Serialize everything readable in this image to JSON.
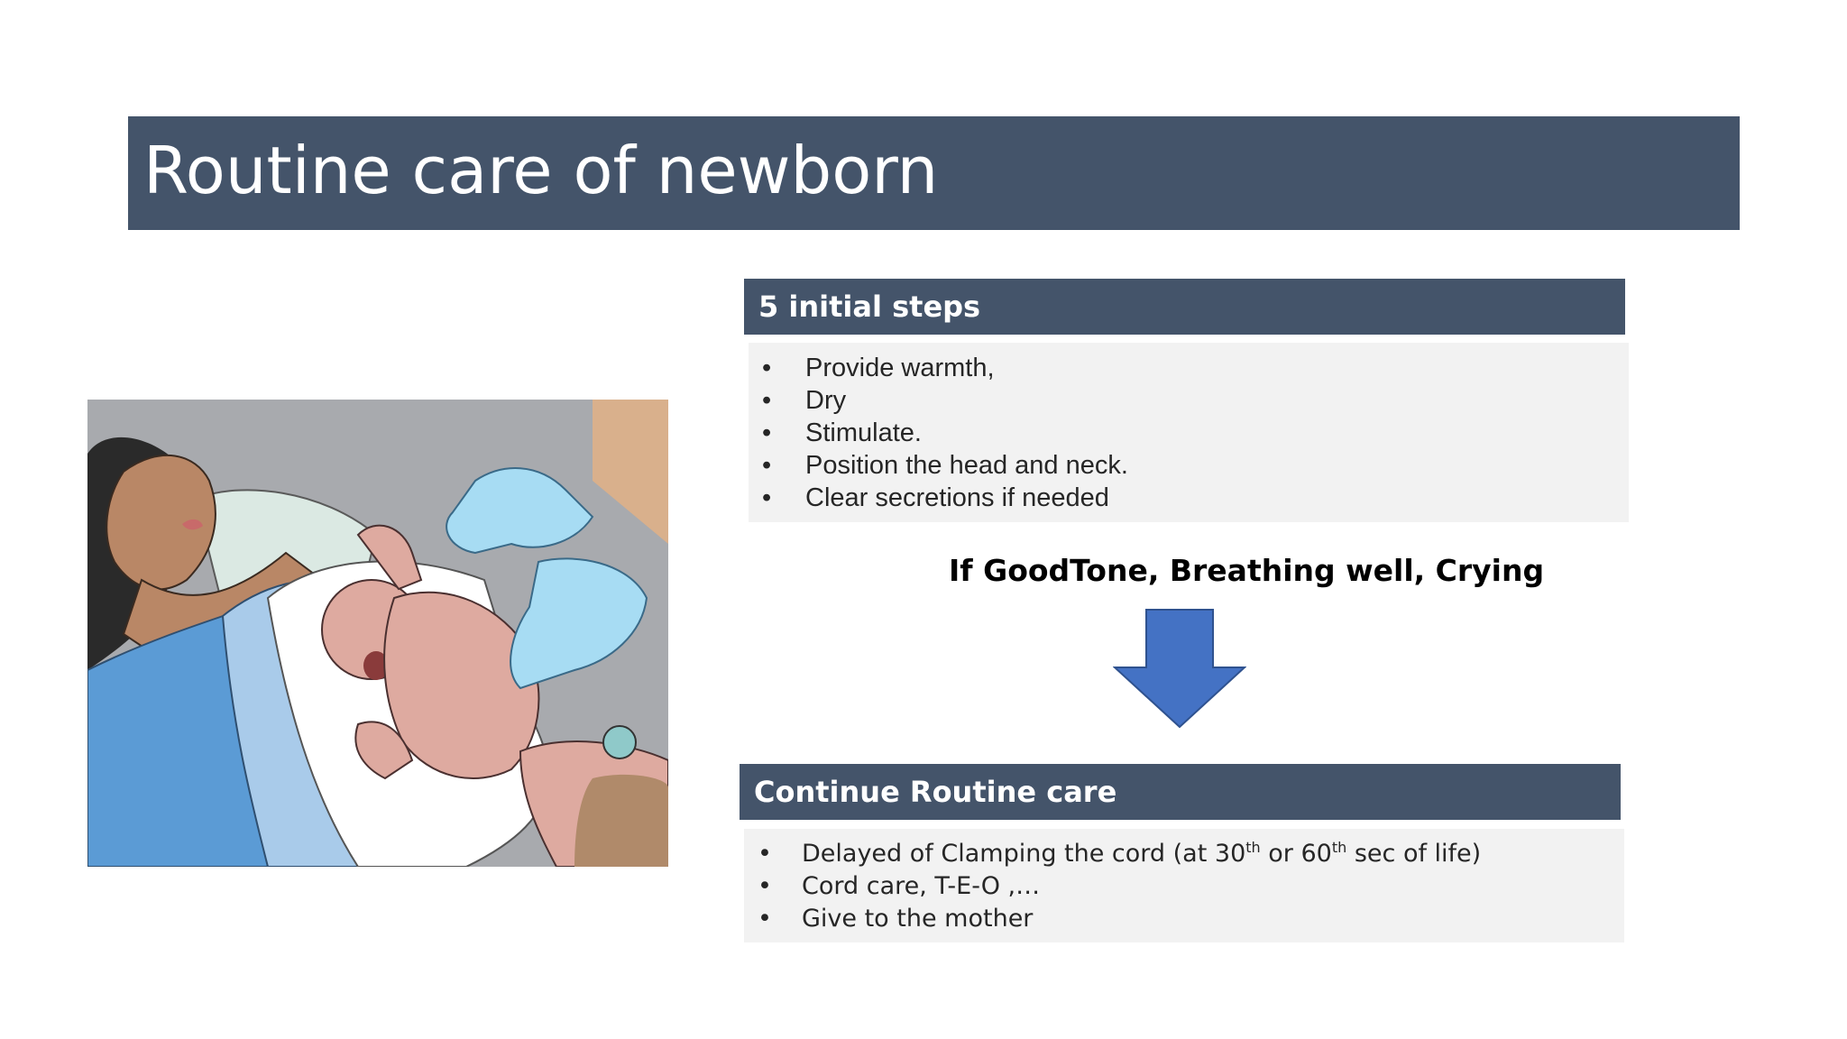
{
  "slide": {
    "title": "Routine care of newborn"
  },
  "initial_steps": {
    "header": "5 initial steps",
    "items": [
      "Provide warmth,",
      "Dry",
      "Stimulate.",
      "Position the head and neck.",
      "Clear secretions if needed"
    ]
  },
  "condition_text": "If GoodTone, Breathing well, Crying",
  "routine_care": {
    "header": "Continue Routine care",
    "item1_before": "Delayed of Clamping the cord (at 30",
    "item1_sup1": "th",
    "item1_middle": " or 60",
    "item1_sup2": "th",
    "item1_after": " sec of life)",
    "item2": "Cord care, T-E-O ,…",
    "item3": "Give to the mother"
  },
  "bullet_glyph": "•",
  "colors": {
    "header_bg": "#44546a",
    "body_bg": "#f2f2f2",
    "arrow_fill": "#4472c4",
    "arrow_stroke": "#2f528f"
  },
  "icons": {
    "arrow": "down-arrow-icon",
    "illustration": "newborn-care-illustration"
  }
}
